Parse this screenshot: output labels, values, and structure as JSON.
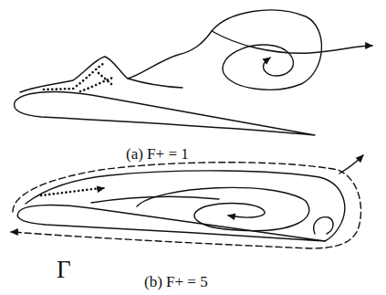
{
  "diagram": {
    "labels": [
      "(a) F+ = 1",
      "(b) F+ = 5",
      "Γ"
    ]
  }
}
